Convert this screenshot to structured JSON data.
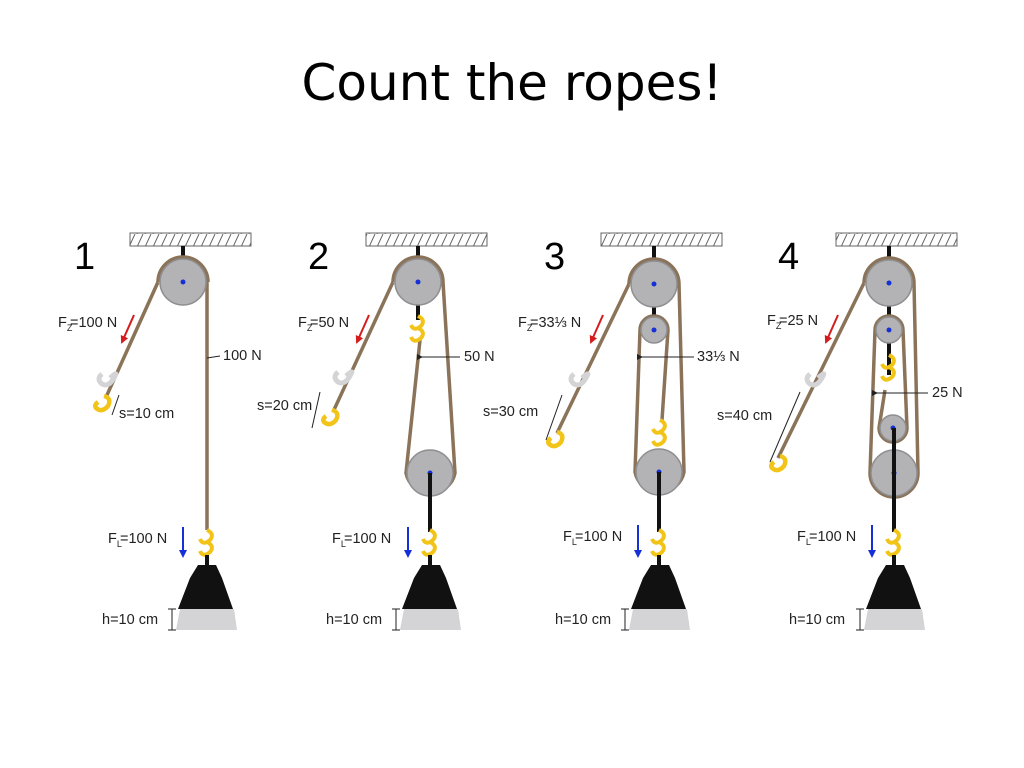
{
  "slide": {
    "title": "Count the ropes!"
  },
  "colors": {
    "rope": "#8a7358",
    "pulley": "#b3b3b5",
    "pulley_stroke": "#8f8f92",
    "hook": "#f2c418",
    "weight": "#111111",
    "floor_ghost": "#d4d4d6",
    "pull_arrow": "#d41c1c",
    "load_arrow": "#1430d6",
    "axle": "#1430d6"
  },
  "setups": [
    {
      "number": "1",
      "pull_force": "=100 N",
      "pull_sub": "Z",
      "rope_force": "100 N",
      "distance": "s=10 cm",
      "load_force": "=100 N",
      "load_sub": "L",
      "height": "h=10 cm"
    },
    {
      "number": "2",
      "pull_force": "=50 N",
      "pull_sub": "Z",
      "rope_force": "50 N",
      "distance": "s=20 cm",
      "load_force": "=100 N",
      "load_sub": "L",
      "height": "h=10 cm"
    },
    {
      "number": "3",
      "pull_force": "=33⅓ N",
      "pull_sub": "Z",
      "rope_force": "33⅓ N",
      "distance": "s=30 cm",
      "load_force": "=100 N",
      "load_sub": "L",
      "height": "h=10 cm"
    },
    {
      "number": "4",
      "pull_force": "=25 N",
      "pull_sub": "Z",
      "rope_force": "25 N",
      "distance": "s=40 cm",
      "load_force": "=100 N",
      "load_sub": "L",
      "height": "h=10 cm"
    }
  ]
}
